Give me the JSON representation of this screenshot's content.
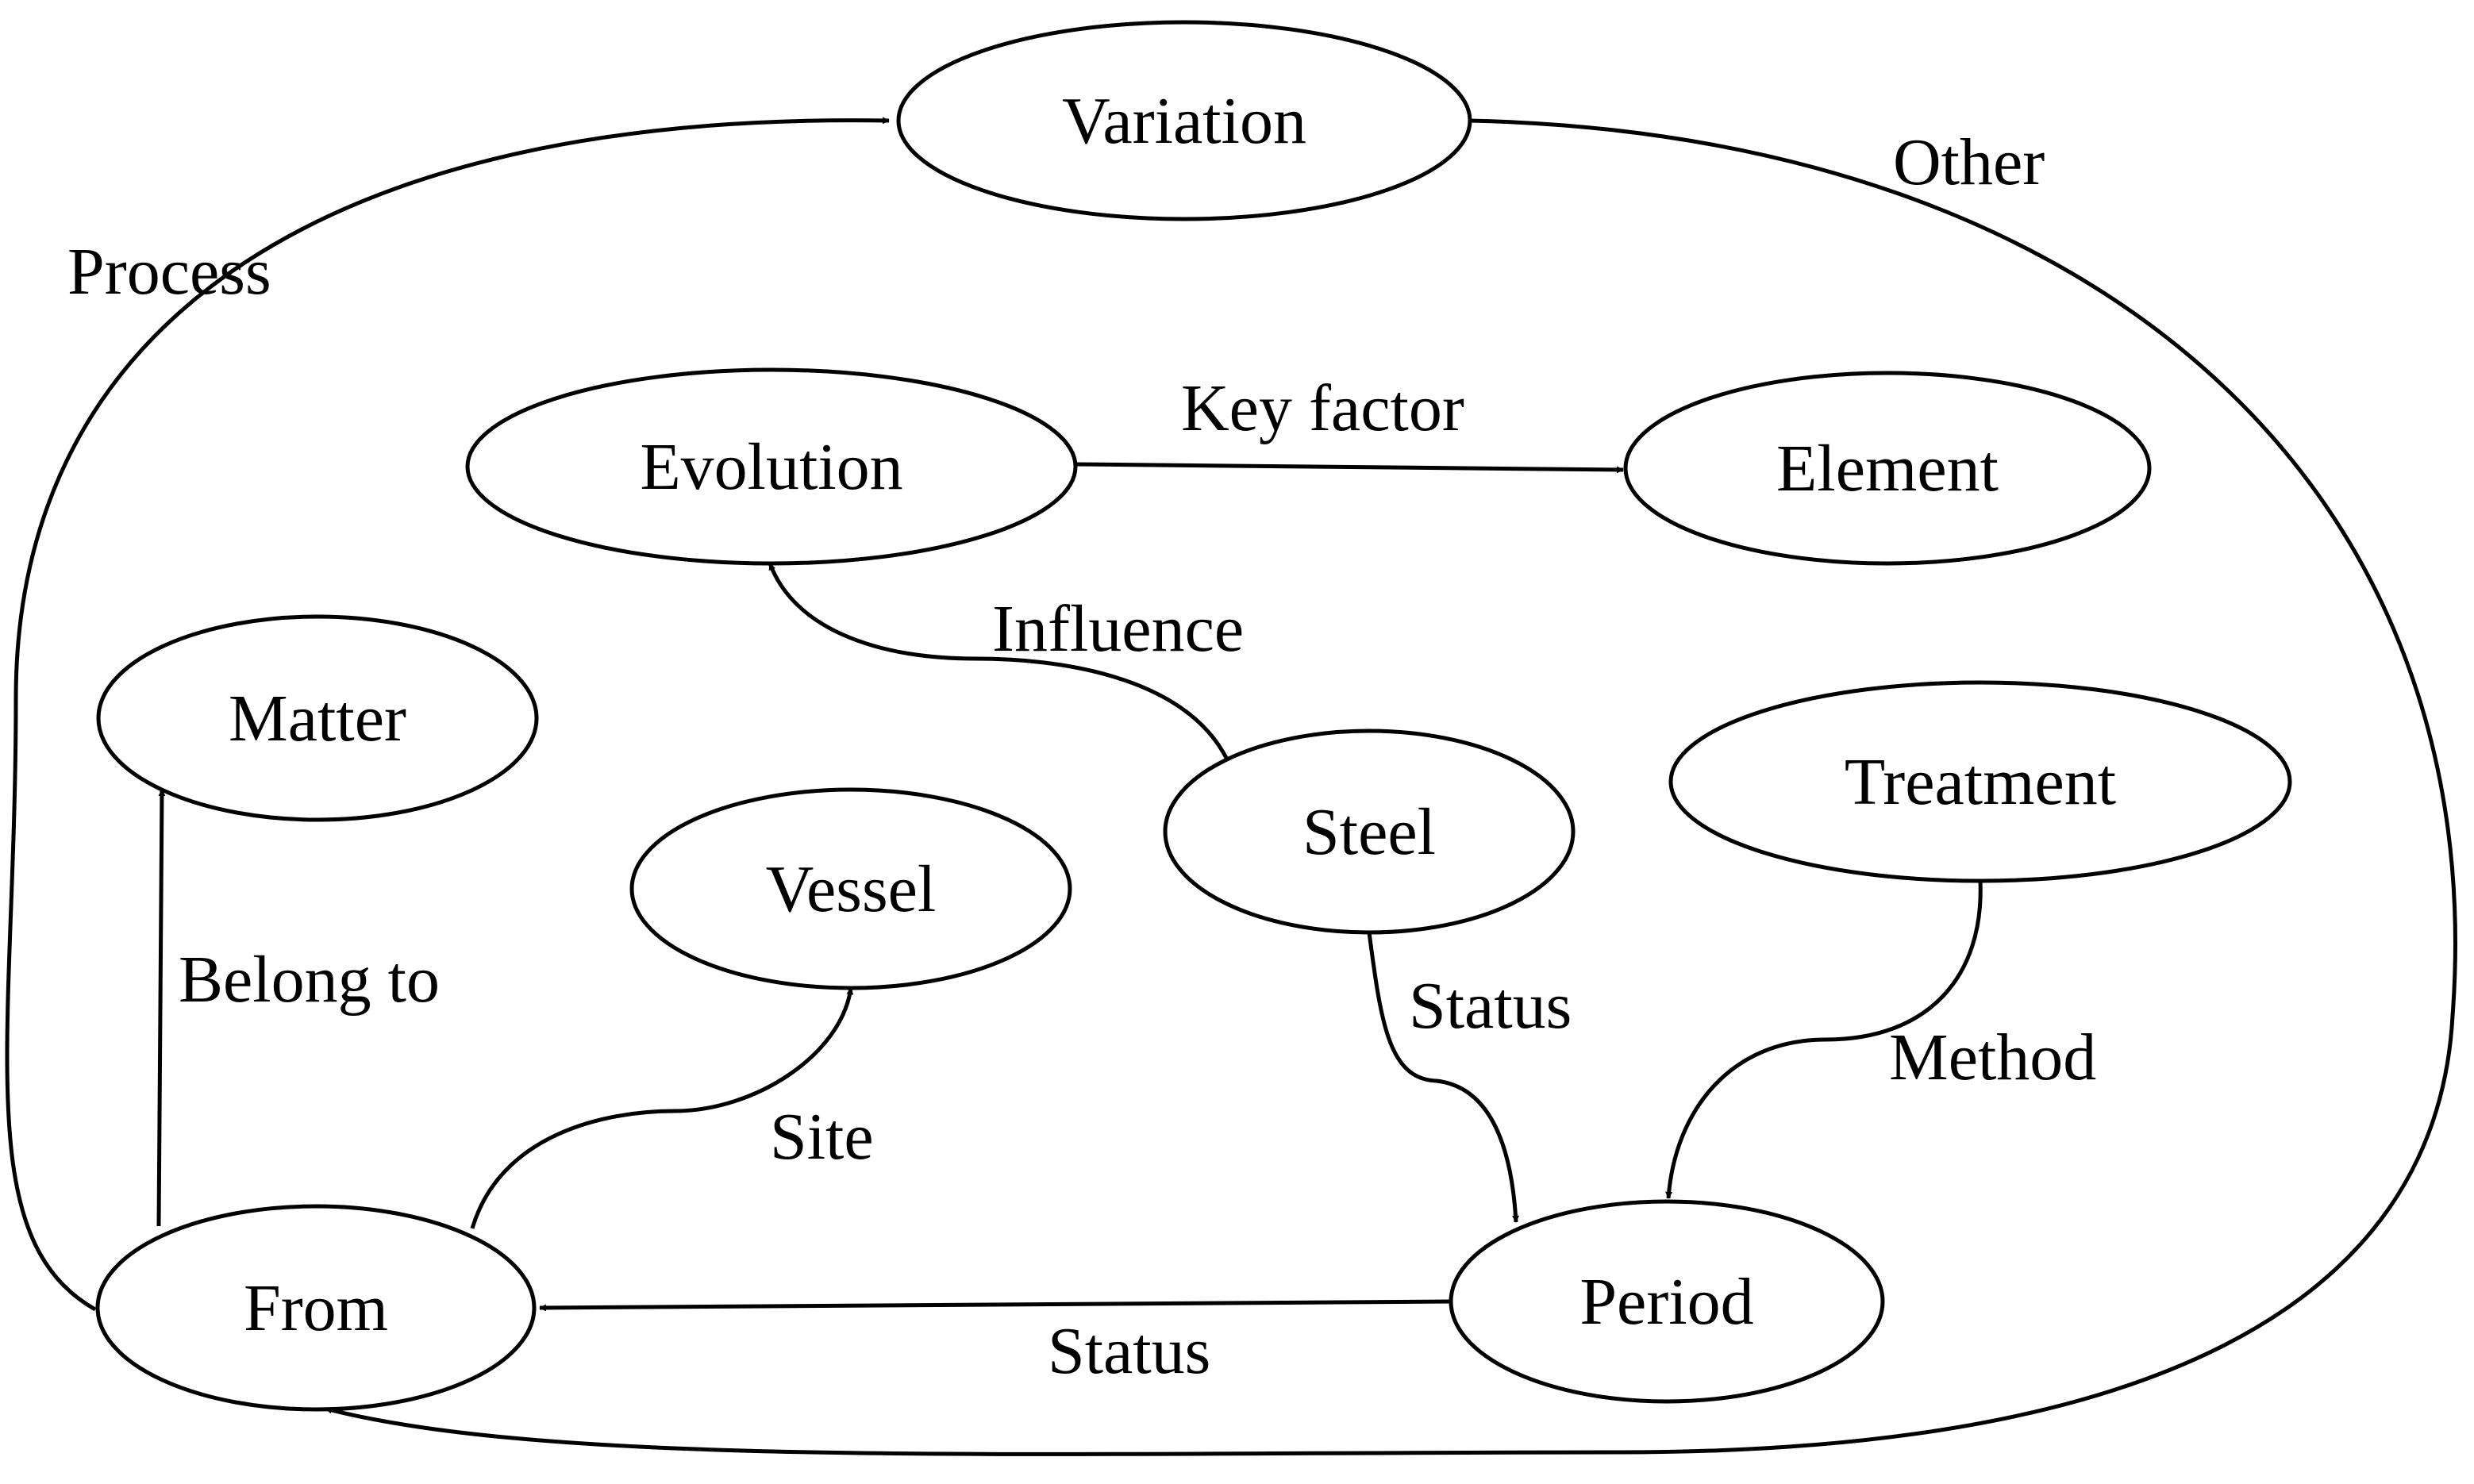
{
  "nodes": {
    "variation": "Variation",
    "evolution": "Evolution",
    "element": "Element",
    "matter": "Matter",
    "vessel": "Vessel",
    "steel": "Steel",
    "treatment": "Treatment",
    "from": "From",
    "period": "Period"
  },
  "edges": {
    "process": "Process",
    "other": "Other",
    "key_factor": "Key factor",
    "influence": "Influence",
    "belong_to": "Belong to",
    "site": "Site",
    "steel_status": "Status",
    "method": "Method",
    "period_status": "Status"
  }
}
